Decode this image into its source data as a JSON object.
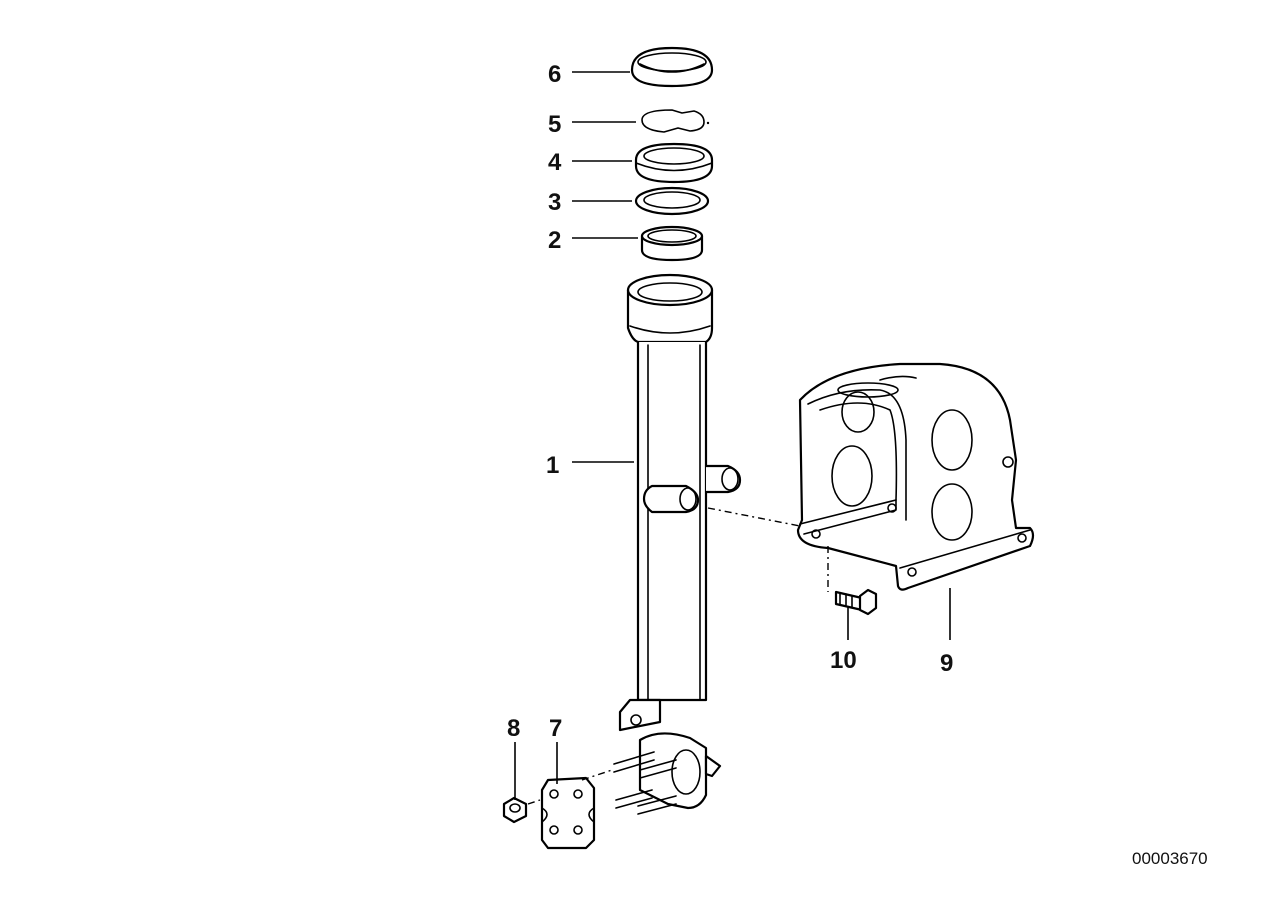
{
  "callouts": {
    "c1": "1",
    "c2": "2",
    "c3": "3",
    "c4": "4",
    "c5": "5",
    "c6": "6",
    "c7": "7",
    "c8": "8",
    "c9": "9",
    "c10": "10"
  },
  "document_id": "00003670",
  "colors": {
    "line": "#000000",
    "background": "#ffffff",
    "text": "#111111"
  }
}
